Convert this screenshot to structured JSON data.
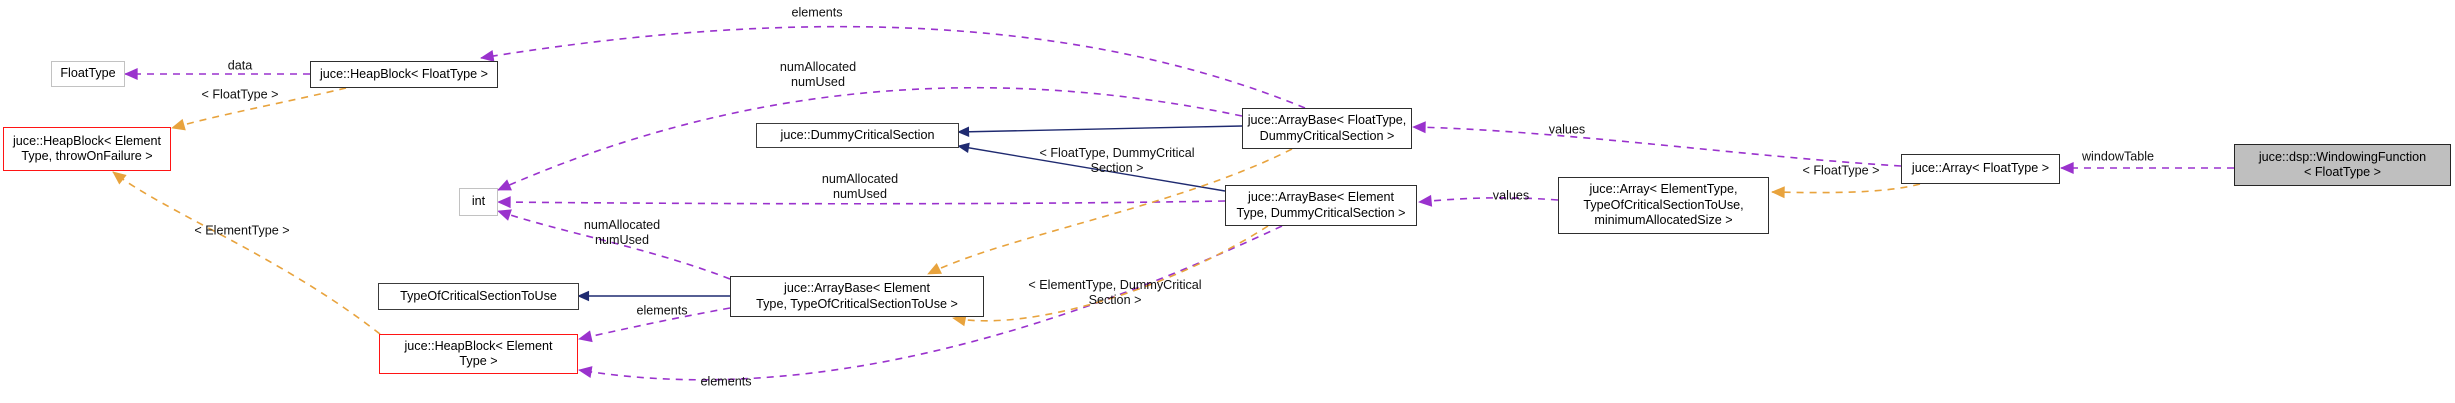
{
  "diagram": {
    "type": "doxygen-collaboration-graph",
    "colors": {
      "usage_edge": "#9a32cd",
      "template_edge": "#e8a33d",
      "inheritance_edge": "#1f2a70",
      "main_node_fill": "#bfbfbf",
      "truncated_node_border": "#ff1414",
      "node_fill": "#ffffff"
    },
    "nodes": {
      "floattype": {
        "label": "FloatType"
      },
      "heapblock_floattype": {
        "label": "juce::HeapBlock< FloatType >"
      },
      "heapblock_element_throw": {
        "label": "juce::HeapBlock< Element\nType, throwOnFailure >"
      },
      "int_type": {
        "label": "int"
      },
      "dummycriticalsection": {
        "label": "juce::DummyCriticalSection"
      },
      "arraybase_float_dcs": {
        "label": "juce::ArrayBase< FloatType,\nDummyCriticalSection >"
      },
      "arraybase_element_dcs": {
        "label": "juce::ArrayBase< Element\nType, DummyCriticalSection >"
      },
      "arraybase_generic": {
        "label": "juce::ArrayBase< Element\nType, TypeOfCriticalSectionToUse >"
      },
      "typeofcriticalsectiontouse": {
        "label": "TypeOfCriticalSectionToUse"
      },
      "heapblock_element": {
        "label": "juce::HeapBlock< Element\nType >"
      },
      "array_element": {
        "label": "juce::Array< ElementType,\nTypeOfCriticalSectionToUse,\nminimumAllocatedSize >"
      },
      "array_floattype": {
        "label": "juce::Array< FloatType >"
      },
      "windowingfunction": {
        "label": "juce::dsp::WindowingFunction\n< FloatType >"
      }
    },
    "edge_labels": {
      "data": "data",
      "template_floattype_left": "< FloatType >",
      "elements_top": "elements",
      "num_allocated_used_1": "numAllocated\nnumUsed",
      "num_allocated_used_2": "numAllocated\nnumUsed",
      "num_allocated_used_3": "numAllocated\nnumUsed",
      "elements_mid": "elements",
      "elements_bottom": "elements",
      "values_top": "values",
      "values_mid": "values",
      "window_table": "windowTable",
      "template_floattype_right": "< FloatType >",
      "template_float_dcs": "< FloatType, DummyCritical\nSection >",
      "template_element_dcs": "< ElementType, DummyCritical\nSection >",
      "template_elementtype": "< ElementType >"
    }
  }
}
